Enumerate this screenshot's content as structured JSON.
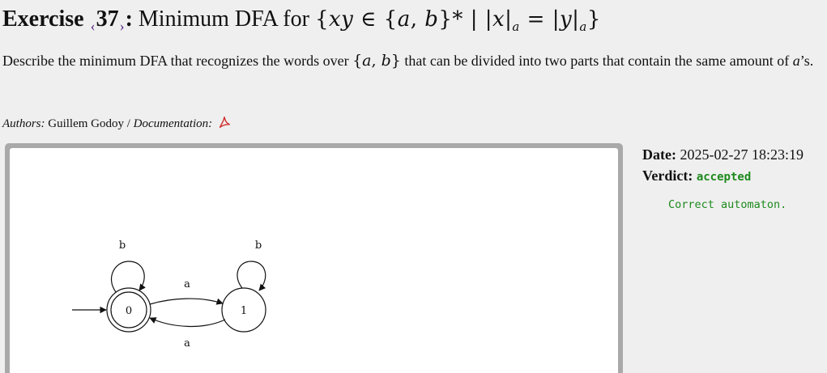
{
  "header": {
    "exercise_label": "Exercise",
    "prev_symbol": "‹",
    "exercise_number": "37",
    "next_symbol": "›",
    "colon": ":",
    "title_text": "Minimum DFA for",
    "formula": {
      "open": "{",
      "xy": "xy",
      "in": " ∈ {",
      "a": "a",
      "comma": ", ",
      "b": "b",
      "close_star": "}* | |",
      "x": "x",
      "sub_a1": "a",
      "eq": " = |",
      "y": "y",
      "sub_a2": "a",
      "end": "}"
    }
  },
  "description": {
    "part1": "Describe the minimum DFA that recognizes the words over ",
    "set_open": "{",
    "set_a": "a",
    "set_comma": ", ",
    "set_b": "b",
    "set_close": "}",
    "part2": " that can be divided into two parts that contain the same amount of ",
    "a_var": "a",
    "part3": "’s."
  },
  "meta": {
    "authors_label": "Authors:",
    "authors_value": "Guillem Godoy",
    "separator": " / ",
    "documentation_label": "Documentation:",
    "pdf_icon": "pdf-icon"
  },
  "submission": {
    "date_label": "Date:",
    "date_value": "2025-02-27 18:23:19",
    "verdict_label": "Verdict:",
    "verdict_value": "accepted",
    "feedback": "Correct automaton."
  },
  "automaton": {
    "states": [
      {
        "id": "0",
        "initial": true,
        "accepting": true
      },
      {
        "id": "1",
        "initial": false,
        "accepting": false
      }
    ],
    "transitions": [
      {
        "from": "0",
        "to": "0",
        "symbol": "b"
      },
      {
        "from": "1",
        "to": "1",
        "symbol": "b"
      },
      {
        "from": "0",
        "to": "1",
        "symbol": "a"
      },
      {
        "from": "1",
        "to": "0",
        "symbol": "a"
      }
    ]
  },
  "colors": {
    "background": "#efefef",
    "panel_border": "#a9a9a9",
    "nav_purple": "#5b2c86",
    "accepted_green": "#1e8a1e",
    "pdf_red": "#d03030"
  }
}
